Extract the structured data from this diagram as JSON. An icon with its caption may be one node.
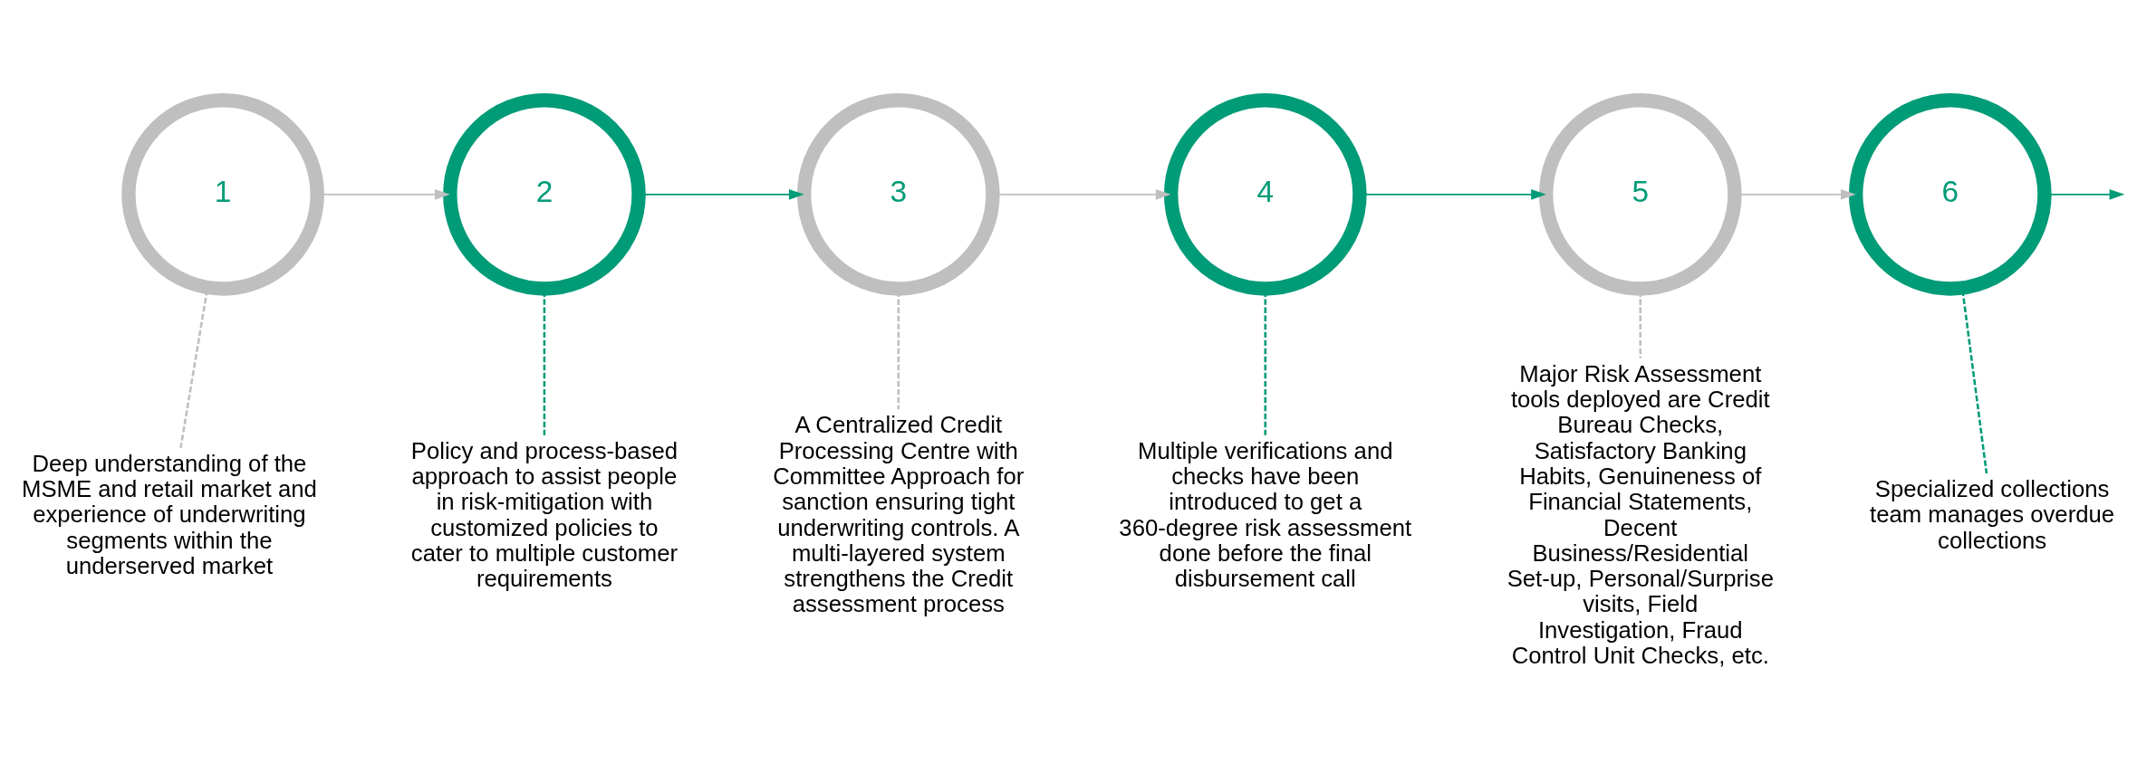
{
  "diagram": {
    "nodes": [
      {
        "text": [
          "1"
        ]
      },
      {
        "text": [
          "2"
        ]
      },
      {
        "text": [
          "3"
        ]
      },
      {
        "text": [
          "4"
        ]
      },
      {
        "text": [
          "5"
        ]
      },
      {
        "text": [
          "6"
        ]
      },
      {
        "text": [
          "Deep understanding of the MSME and retail market and experience of underwriting segments within the underserved market"
        ]
      },
      {
        "text": [
          "Policy and process-based approach to assist people in risk-mitigation with customized policies to cater to multiple customer requirements"
        ]
      },
      {
        "text": [
          "A Centralized Credit Processing Centre with Committee Approach for sanction ensuring tight underwriting controls. A multi-layered system strengthens the Credit assessment process"
        ]
      },
      {
        "text": [
          "Multiple verifications and checks have been introduced to get a 360-degree risk assessment done before the final disbursement call"
        ]
      },
      {
        "text": [
          "Major Risk Assessment tools deployed are Credit Bureau Checks, Satisfactory Banking Habits, Genuineness of Financial Statements, Decent Business/Residential Set-up, Personal/Surprise visits, Field Investigation, Fraud Control Unit Checks, etc."
        ]
      },
      {
        "text": [
          "Specialized collections team manages overdue collections"
        ]
      }
    ],
    "edges": [
      {
        "from": 0,
        "to": 1,
        "arrow": "to",
        "color": "#bfbfbf"
      },
      {
        "from": 1,
        "to": 2,
        "arrow": "to",
        "color": "#009b77"
      },
      {
        "from": 2,
        "to": 3,
        "arrow": "to",
        "color": "#bfbfbf"
      },
      {
        "from": 3,
        "to": 4,
        "arrow": "to",
        "color": "#009b77"
      },
      {
        "from": 4,
        "to": 5,
        "arrow": "to",
        "color": "#bfbfbf"
      },
      {
        "from": 5,
        "to": null,
        "arrow": "to",
        "color": "#009b77"
      },
      {
        "from": 0,
        "to": 6,
        "arrow": "none",
        "style": "dashed",
        "color": "#bfbfbf"
      },
      {
        "from": 1,
        "to": 7,
        "arrow": "none",
        "style": "dashed",
        "color": "#009b77"
      },
      {
        "from": 2,
        "to": 8,
        "arrow": "none",
        "style": "dashed",
        "color": "#bfbfbf"
      },
      {
        "from": 3,
        "to": 9,
        "arrow": "none",
        "style": "dashed",
        "color": "#009b77"
      },
      {
        "from": 4,
        "to": 10,
        "arrow": "none",
        "style": "dashed",
        "color": "#bfbfbf"
      },
      {
        "from": 5,
        "to": 11,
        "arrow": "none",
        "style": "dashed",
        "color": "#009b77"
      }
    ]
  }
}
